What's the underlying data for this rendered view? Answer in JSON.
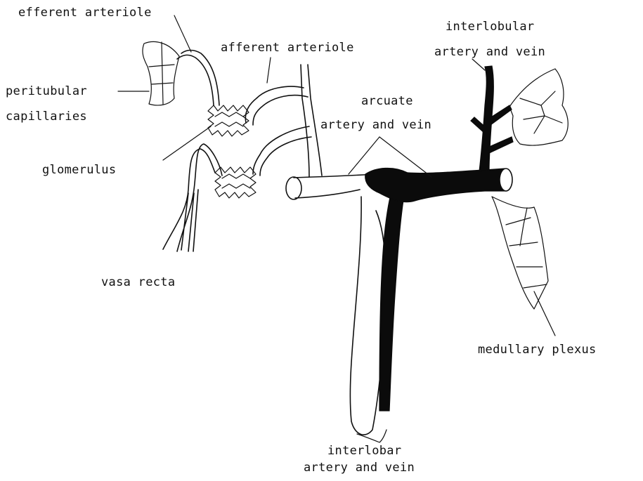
{
  "labels": {
    "efferent_arteriole": "efferent arteriole",
    "afferent_arteriole": "afferent arteriole",
    "interlobular_line1": "interlobular",
    "interlobular_line2": "artery and vein",
    "peritubular_line1": "peritubular",
    "peritubular_line2": "capillaries",
    "arcuate_line1": "arcuate",
    "arcuate_line2": "artery and vein",
    "glomerulus": "glomerulus",
    "vasa_recta": "vasa recta",
    "medullary_plexus": "medullary plexus",
    "interlobar_line1": "interlobar",
    "interlobar_line2": "artery and vein"
  },
  "colors": {
    "line": "#111111",
    "vein_fill": "#0b0b0b",
    "background": "#ffffff"
  }
}
